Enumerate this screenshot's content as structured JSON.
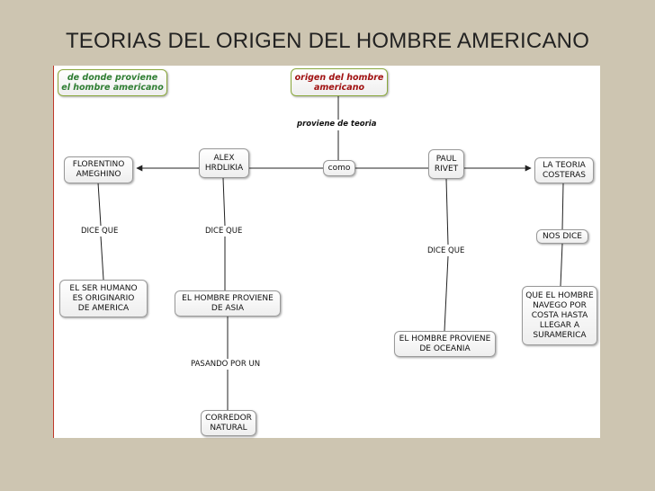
{
  "title": "TEORIAS DEL ORIGEN DEL HOMBRE AMERICANO",
  "legend": "de donde proviene\nel hombre americano",
  "nodes": {
    "origin": "origen del hombre\namericano",
    "como": "como",
    "ameghino": "FLORENTINO\nAMEGHINO",
    "hrdlikia": "ALEX\nHRDLIKIA",
    "rivet": "PAUL\nRIVET",
    "costeras": "LA TEORIA\nCOSTERAS",
    "ser_humano": "EL SER HUMANO\nES ORIGINARIO\nDE AMERICA",
    "asia": "EL HOMBRE PROVIENE\nDE ASIA",
    "oceania": "EL HOMBRE PROVIENE\nDE OCEANIA",
    "navego": "QUE EL HOMBRE\nNAVEGO POR\nCOSTA HASTA\nLLEGAR A\nSURAMERICA",
    "corredor": "CORREDOR\nNATURAL"
  },
  "links": {
    "proviene": "proviene de teoria",
    "dice1": "DICE QUE",
    "dice2": "DICE QUE",
    "dice3": "DICE QUE",
    "nos_dice": "NOS DICE",
    "pasando": "PASANDO POR UN"
  },
  "colors": {
    "background": "#cdc5b1",
    "canvas": "#ffffff",
    "green_border": "#8aa83c",
    "origin_text": "#a01010",
    "legend_text": "#2e7d32"
  }
}
